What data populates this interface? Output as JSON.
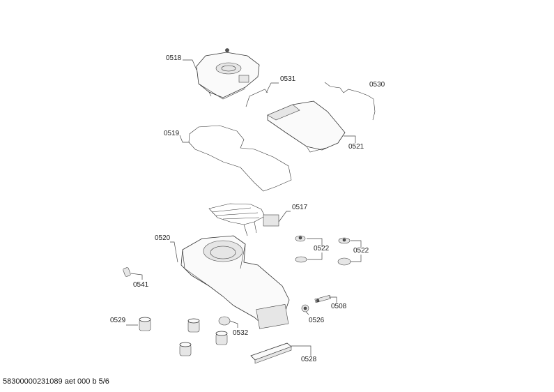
{
  "footer": {
    "document_id": "58300000231089 aet 000 b 5/6"
  },
  "parts": {
    "p0518": "0518",
    "p0531": "0531",
    "p0530": "0530",
    "p0519": "0519",
    "p0521": "0521",
    "p0517": "0517",
    "p0520": "0520",
    "p0522a": "0522",
    "p0522b": "0522",
    "p0541": "0541",
    "p0508": "0508",
    "p0526": "0526",
    "p0529": "0529",
    "p0532": "0532",
    "p0528": "0528"
  }
}
